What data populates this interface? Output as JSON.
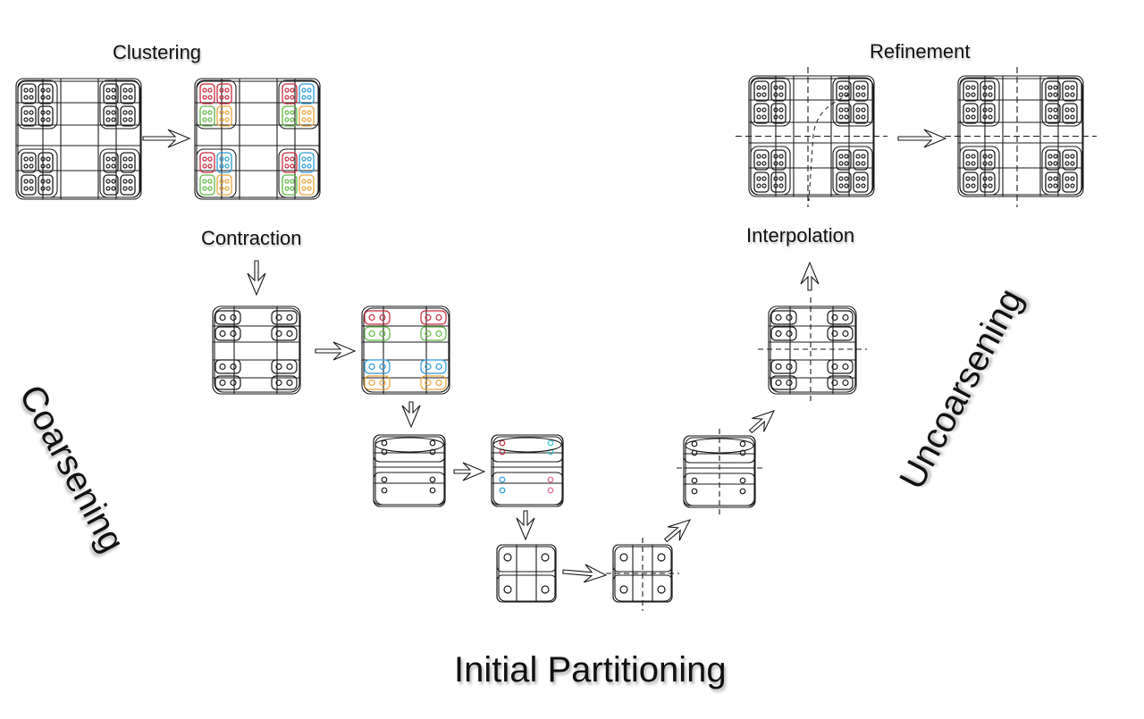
{
  "labels": {
    "clustering": "Clustering",
    "contraction": "Contraction",
    "refinement": "Refinement",
    "interpolation": "Interpolation",
    "coarsening": "Coarsening",
    "uncoarsening": "Uncoarsening",
    "initial_partitioning": "Initial Partitioning"
  },
  "colors": {
    "line": "#1a1a1a",
    "red": "#c8283c",
    "green": "#5fb843",
    "blue": "#2a9bd8",
    "orange": "#e8a33a",
    "cyan": "#3cc6d2",
    "pink": "#e06a8a"
  }
}
